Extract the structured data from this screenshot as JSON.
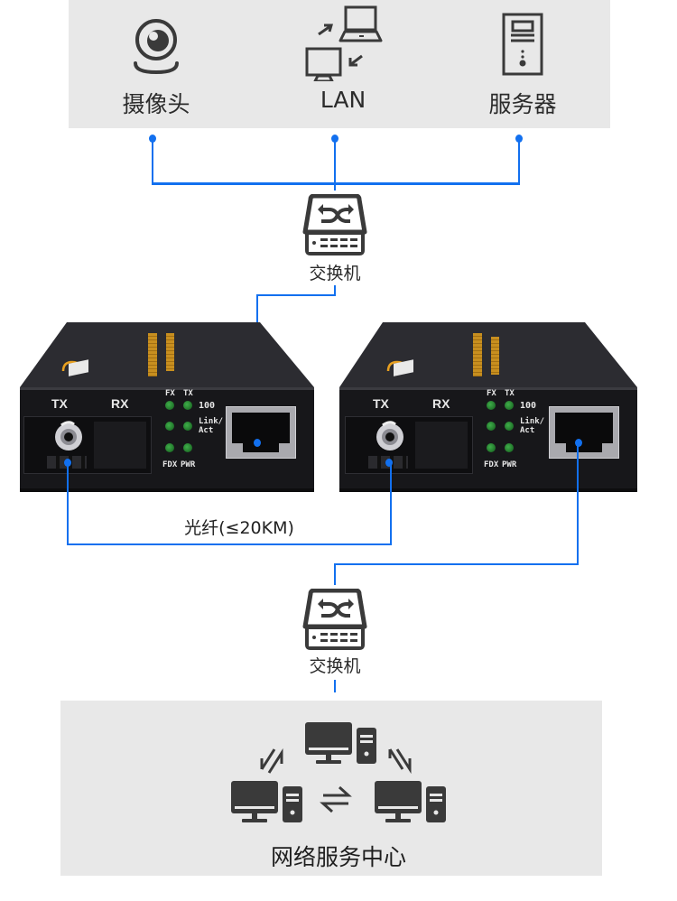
{
  "diagram": {
    "title": "Fiber media converter network topology",
    "top_group": {
      "items": [
        {
          "label": "摄像头",
          "icon": "webcam-icon"
        },
        {
          "label": "LAN",
          "icon": "lan-computers-icon"
        },
        {
          "label": "服务器",
          "icon": "server-tower-icon"
        }
      ]
    },
    "switch_top": {
      "label": "交换机",
      "icon": "network-switch-icon"
    },
    "converters": [
      {
        "name": "media-converter-left",
        "port_labels": {
          "tx": "TX",
          "rx": "RX"
        },
        "led_labels": {
          "fx": "FX",
          "tx": "TX",
          "speed": "100",
          "link": "Link/",
          "act": "Act",
          "fdx": "FDX",
          "pwr": "PWR"
        }
      },
      {
        "name": "media-converter-right",
        "port_labels": {
          "tx": "TX",
          "rx": "RX"
        },
        "led_labels": {
          "fx": "FX",
          "tx": "TX",
          "speed": "100",
          "link": "Link/",
          "act": "Act",
          "fdx": "FDX",
          "pwr": "PWR"
        }
      }
    ],
    "fiber_link": {
      "label": "光纤(≤20KM)"
    },
    "switch_bottom": {
      "label": "交换机",
      "icon": "network-switch-icon"
    },
    "bottom_group": {
      "label": "网络服务中心",
      "icon": "network-computers-icon"
    },
    "colors": {
      "link_line": "#1270ef",
      "panel_bg": "#e8e8e8",
      "icon_dark": "#3a3a3a",
      "device_body": "#1c1c1f",
      "led_green": "#1f7a2a",
      "brand_orange": "#e8a020"
    }
  }
}
